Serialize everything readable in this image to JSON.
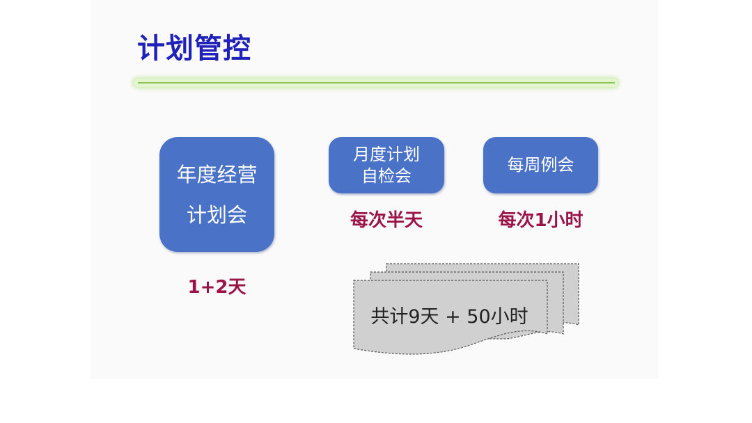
{
  "title": "计划管控",
  "boxes": {
    "annual": {
      "line1": "年度经营",
      "line2": "计划会"
    },
    "monthly": {
      "line1": "月度计划",
      "line2": "自检会"
    },
    "weekly": {
      "line1": "每周例会"
    }
  },
  "durations": {
    "annual": "1+2天",
    "monthly": "每次半天",
    "weekly": "每次1小时"
  },
  "total": "共计9天 + 50小时",
  "colors": {
    "title": "#1f21b8",
    "box": "#4a72c7",
    "duration": "#9b1447",
    "document_fill": "#d0d0d0"
  }
}
